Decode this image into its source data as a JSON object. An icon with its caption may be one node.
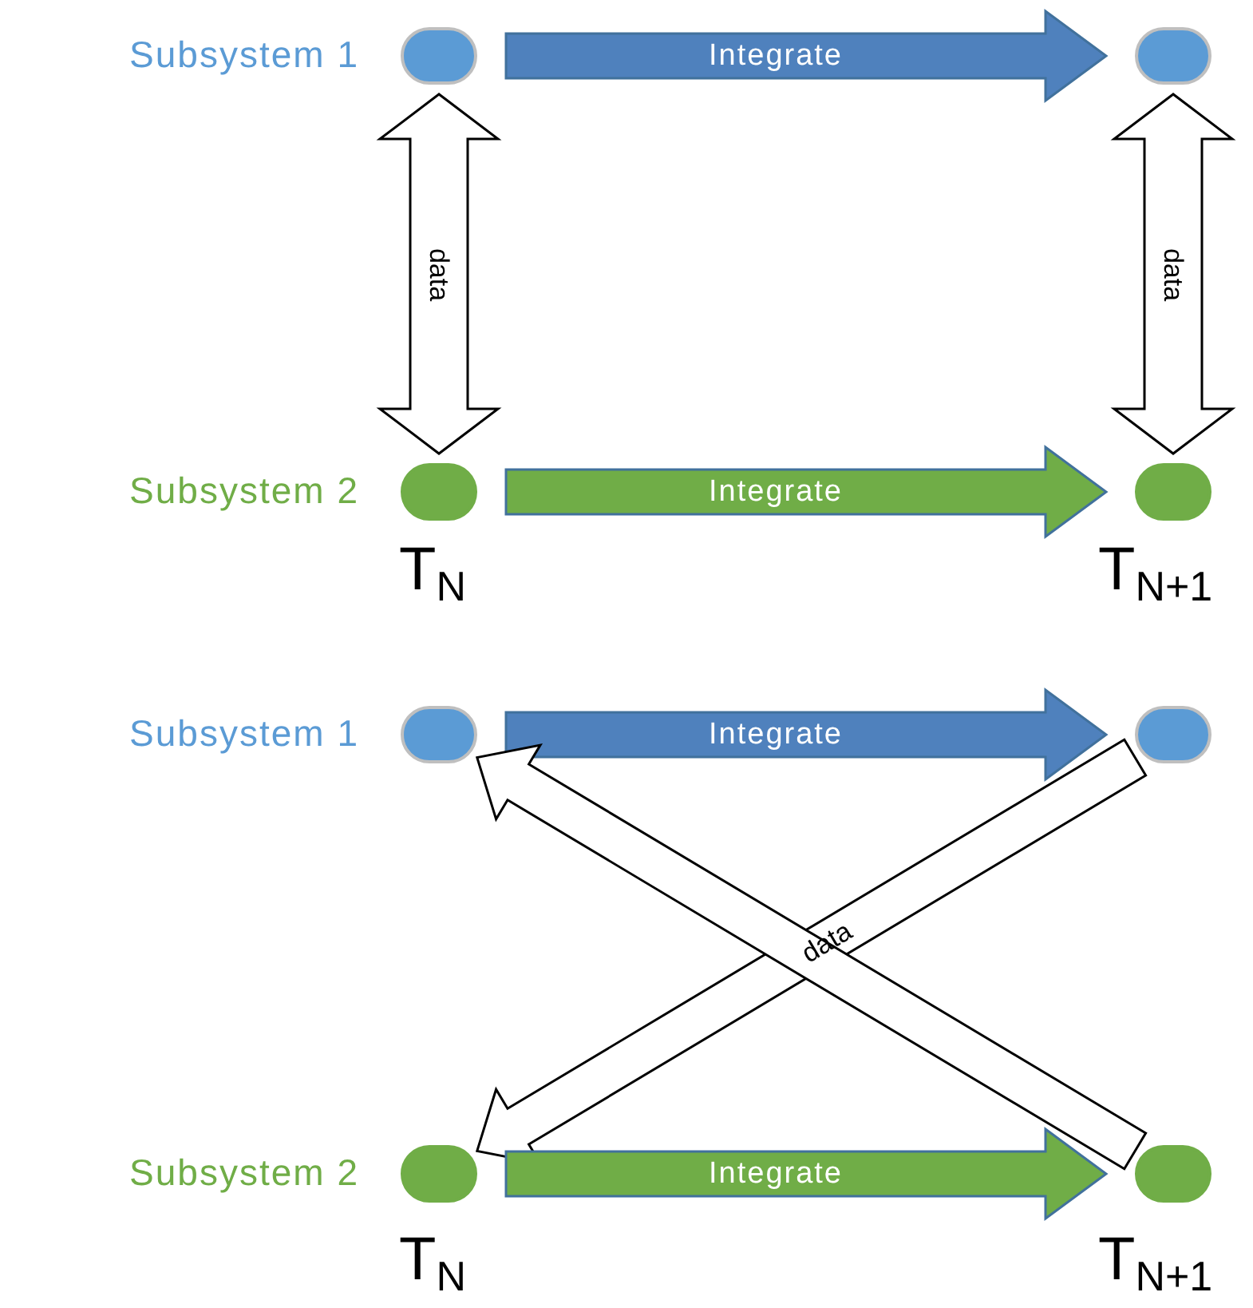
{
  "diagram": {
    "nodes": [
      {
        "text": [],
        "shape": "circle",
        "beside": [
          "Subsystem 1"
        ]
      },
      {
        "text": [],
        "shape": "circle"
      },
      {
        "text": [],
        "shape": "circle",
        "beside": [
          "Subsystem 2"
        ]
      },
      {
        "text": [],
        "shape": "circle"
      },
      {
        "text": [],
        "shape": "circle",
        "beside": [
          "Subsystem 1"
        ]
      },
      {
        "text": [],
        "shape": "circle"
      },
      {
        "text": [],
        "shape": "circle",
        "beside": [
          "Subsystem 2"
        ]
      },
      {
        "text": [],
        "shape": "circle"
      }
    ],
    "edges": [
      {
        "from": 0,
        "to": 1,
        "arrow": "to",
        "label": "Integrate",
        "color": "#4f81bd"
      },
      {
        "from": 0,
        "to": 2,
        "arrow": "both",
        "label": "data",
        "color": "#ffffff"
      },
      {
        "from": 1,
        "to": 3,
        "arrow": "both",
        "label": "data",
        "color": "#ffffff"
      },
      {
        "from": 2,
        "to": 3,
        "arrow": "to",
        "label": "Integrate",
        "color": "#70ad47"
      },
      {
        "from": 4,
        "to": 5,
        "arrow": "to",
        "label": "Integrate",
        "color": "#4f81bd"
      },
      {
        "from": 5,
        "to": 6,
        "arrow": "to",
        "label": "data",
        "color": "#ffffff"
      },
      {
        "from": 7,
        "to": 4,
        "arrow": "to",
        "color": "#ffffff"
      },
      {
        "from": 6,
        "to": 7,
        "arrow": "to",
        "label": "Integrate",
        "color": "#70ad47"
      }
    ],
    "labels": [
      "T$_{N}$",
      "T$_{N+1}$",
      "T$_{N}$",
      "T$_{N+1}$"
    ]
  }
}
